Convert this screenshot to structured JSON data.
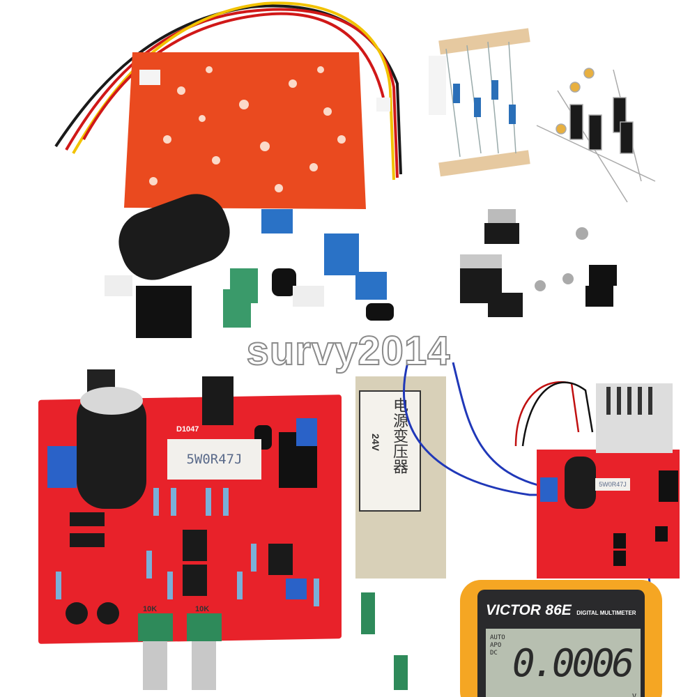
{
  "watermark": "survy2014",
  "top_left_board": {
    "description_colors": {
      "pcb": "#e8401c",
      "wire_red": "#d01818",
      "wire_yellow": "#f2c200",
      "wire_black": "#1a1a1a"
    }
  },
  "bottom_left_board": {
    "power_resistor_label": "5W0R47J",
    "silkscreen_ref": "D1047",
    "pot_labels": [
      "10K",
      "10K"
    ],
    "pcb_color": "#e8222a"
  },
  "bottom_right": {
    "transformer_label": "电源变压器",
    "transformer_voltage": "24V",
    "small_resistor_label": "5W0R47J",
    "multimeter": {
      "brand": "VICTOR",
      "model": "86E",
      "subtitle": "DIGITAL MULTIMETER",
      "modes": [
        "AUTO",
        "APO",
        "DC"
      ],
      "reading": "0.0006",
      "unit": "V",
      "body_color": "#f5a623"
    }
  }
}
